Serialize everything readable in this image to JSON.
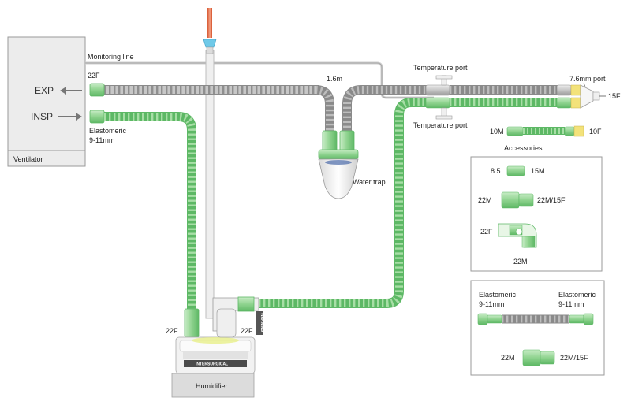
{
  "labels": {
    "ventilator": "Ventilator",
    "exp": "EXP",
    "insp": "INSP",
    "monitoring_line": "Monitoring line",
    "exp_connector": "22F",
    "elastomeric_insp_1": "Elastomeric",
    "elastomeric_insp_2": "9-11mm",
    "length": "1.6m",
    "water_trap": "Water trap",
    "temp_port_top": "Temperature port",
    "temp_port_bottom": "Temperature port",
    "port_76": "7.6mm port",
    "end_15f": "15F",
    "acc_10m": "10M",
    "acc_10f": "10F",
    "humidifier": "Humidifier",
    "humid_left_22f": "22F",
    "humid_right_22f": "22F",
    "warning_tag": "WARNING",
    "humidifier_brand": "INTERSURGICAL"
  },
  "accessories": {
    "title": "Accessories",
    "a1_left": "8.5",
    "a1_right": "15M",
    "a2_left": "22M",
    "a2_right": "22M/15F",
    "a3_left": "22F",
    "a3_bottom": "22M"
  },
  "accessories2": {
    "left_1": "Elastomeric",
    "left_2": "9-11mm",
    "right_1": "Elastomeric",
    "right_2": "9-11mm",
    "b_left": "22M",
    "b_right": "22M/15F"
  },
  "colors": {
    "green_tube": "#9fd9a0",
    "green_dark": "#5db865",
    "grey_tube": "#b9b9b9",
    "grey_dark": "#8a8a8a",
    "yellow": "#f3e27a",
    "ventilator_bg": "#ececec",
    "humidifier_bg": "#dcdcdc",
    "probe": "#e87a5a"
  }
}
